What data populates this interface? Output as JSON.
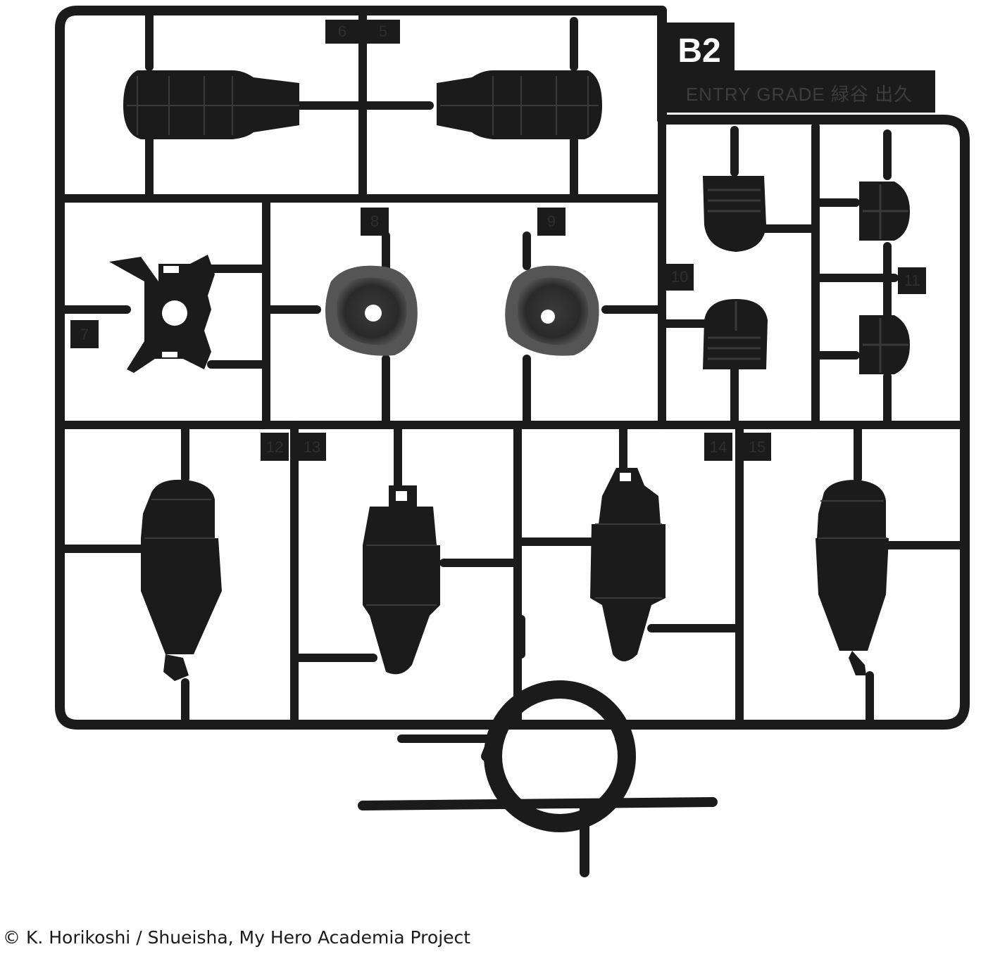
{
  "image": {
    "subject": "plastic model kit runner (sprue)",
    "colors": {
      "plastic": "#1b1b1b",
      "highlight": "#4a4a4a",
      "background": "#ffffff"
    }
  },
  "runner": {
    "label": "B2",
    "plate_text": "ENTRY GRADE 緑谷 出久",
    "part_numbers": [
      "6",
      "5",
      "8",
      "9",
      "10",
      "11",
      "7",
      "12",
      "13",
      "14",
      "15"
    ]
  },
  "caption": {
    "text": "© K. Horikoshi / Shueisha, My Hero Academia Project"
  }
}
